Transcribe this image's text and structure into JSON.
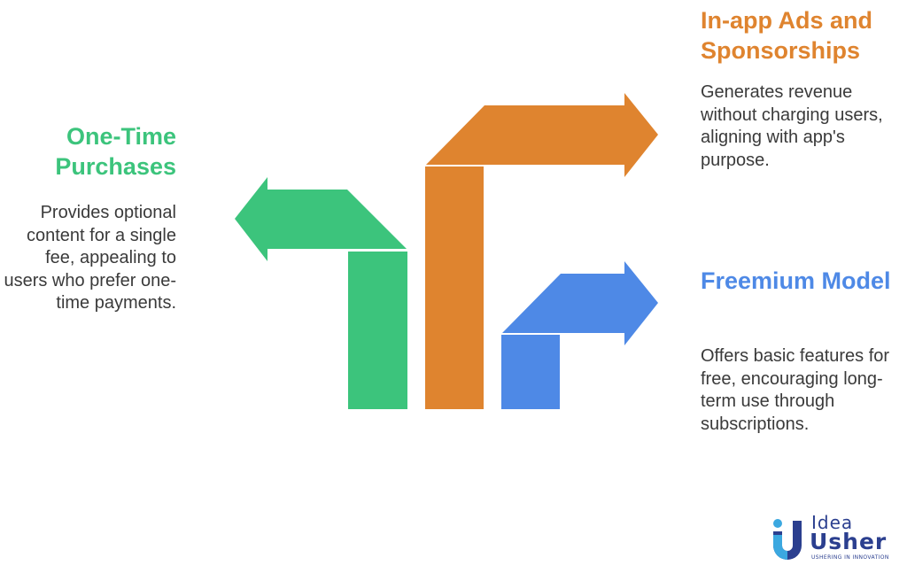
{
  "colors": {
    "green": "#3CC47C",
    "orange": "#DF842F",
    "blue": "#4E89E6",
    "logo_blue": "#2B3F8F",
    "logo_cyan": "#3BA8E0"
  },
  "items": [
    {
      "title": "One-Time Purchases",
      "description": "Provides optional content for a single fee, appealing to users who prefer one-time payments.",
      "color": "#3CC47C",
      "direction": "left"
    },
    {
      "title": "In-app Ads and Sponsorships",
      "description": "Generates revenue without charging users, aligning with app's purpose.",
      "color": "#DF842F",
      "direction": "right"
    },
    {
      "title": "Freemium Model",
      "description": "Offers basic features for free, encouraging long-term use through subscriptions.",
      "color": "#4E89E6",
      "direction": "right"
    }
  ],
  "logo": {
    "line1": "Idea",
    "line2": "Usher",
    "tagline": "USHERING IN INNOVATION"
  }
}
